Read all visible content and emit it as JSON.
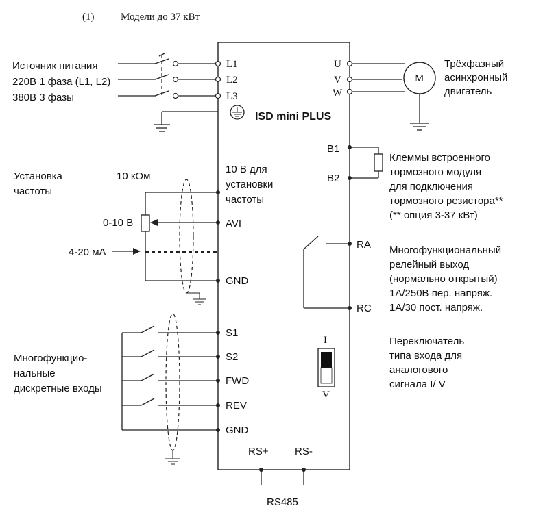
{
  "title": {
    "number": "(1)",
    "text": "Модели до 37 кВт"
  },
  "device": {
    "name": "ISD mini PLUS"
  },
  "power_source": {
    "line1": "Источник питания",
    "line2": "220В 1 фаза (L1, L2)",
    "line3": "380В 3 фазы"
  },
  "terminals_left": {
    "L1": "L1",
    "L2": "L2",
    "L3": "L3",
    "ten_v_line1": "10 В для",
    "ten_v_line2": "установки",
    "ten_v_line3": "частоты",
    "AVI": "AVI",
    "GND1": "GND",
    "S1": "S1",
    "S2": "S2",
    "FWD": "FWD",
    "REV": "REV",
    "GND2": "GND"
  },
  "terminals_right": {
    "U": "U",
    "V": "V",
    "W": "W",
    "B1": "B1",
    "B2": "B2",
    "RA": "RA",
    "RC": "RC"
  },
  "terminals_bottom": {
    "RSp": "RS+",
    "RSm": "RS-",
    "bus": "RS485"
  },
  "motor": {
    "symbol": "M",
    "line1": "Трёхфазный",
    "line2": "асинхронный",
    "line3": "двигатель"
  },
  "freq_setting": {
    "line1": "Установка",
    "line2": "частоты",
    "pot": "10 кОм",
    "voltage_in": "0-10 В",
    "current_in": "4-20 мА"
  },
  "brake": {
    "line1": "Клеммы встроенного",
    "line2": "тормозного модуля",
    "line3": "для подключения",
    "line4": "тормозного резистора**",
    "line5": "(** опция 3-37 кВт)"
  },
  "relay": {
    "line1": "Многофункциональный",
    "line2": "релейный выход",
    "line3": "(нормально открытый)",
    "line4": "1А/250В пер. напряж.",
    "line5": "1А/30 пост. напряж."
  },
  "digital_inputs": {
    "line1": "Многофункцио-",
    "line2": "нальные",
    "line3": "дискретные входы"
  },
  "switch": {
    "top": "I",
    "bottom": "V",
    "line1": "Переключатель",
    "line2": "типа входа для",
    "line3": "аналогового",
    "line4": "сигнала I/ V"
  }
}
